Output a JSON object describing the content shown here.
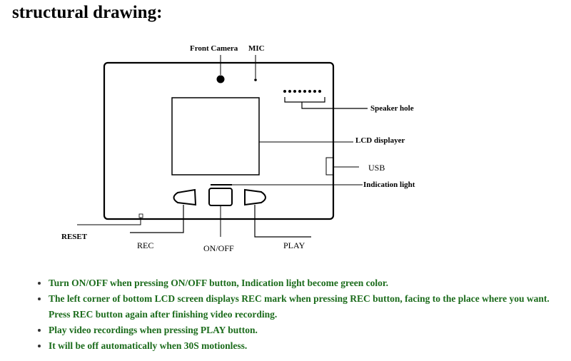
{
  "title": "structural drawing:",
  "labels": {
    "front_camera": "Front Camera",
    "mic": "MIC",
    "speaker_hole": "Speaker hole",
    "lcd_displayer": "LCD displayer",
    "usb": "USB",
    "indication_light": "Indication light",
    "reset": "RESET",
    "rec": "REC",
    "on_off": "ON/OFF",
    "play": "PLAY"
  },
  "notes": [
    "Turn ON/OFF when pressing ON/OFF button, Indication light become green color.",
    "The left corner of bottom LCD screen displays REC mark when pressing REC button, facing to the place where you want. Press REC button again after finishing video recording.",
    "Play video recordings when pressing PLAY button.",
    "It will be off automatically when 30S motionless."
  ],
  "colors": {
    "notes_text": "#1b6b1b",
    "line": "#000000"
  }
}
